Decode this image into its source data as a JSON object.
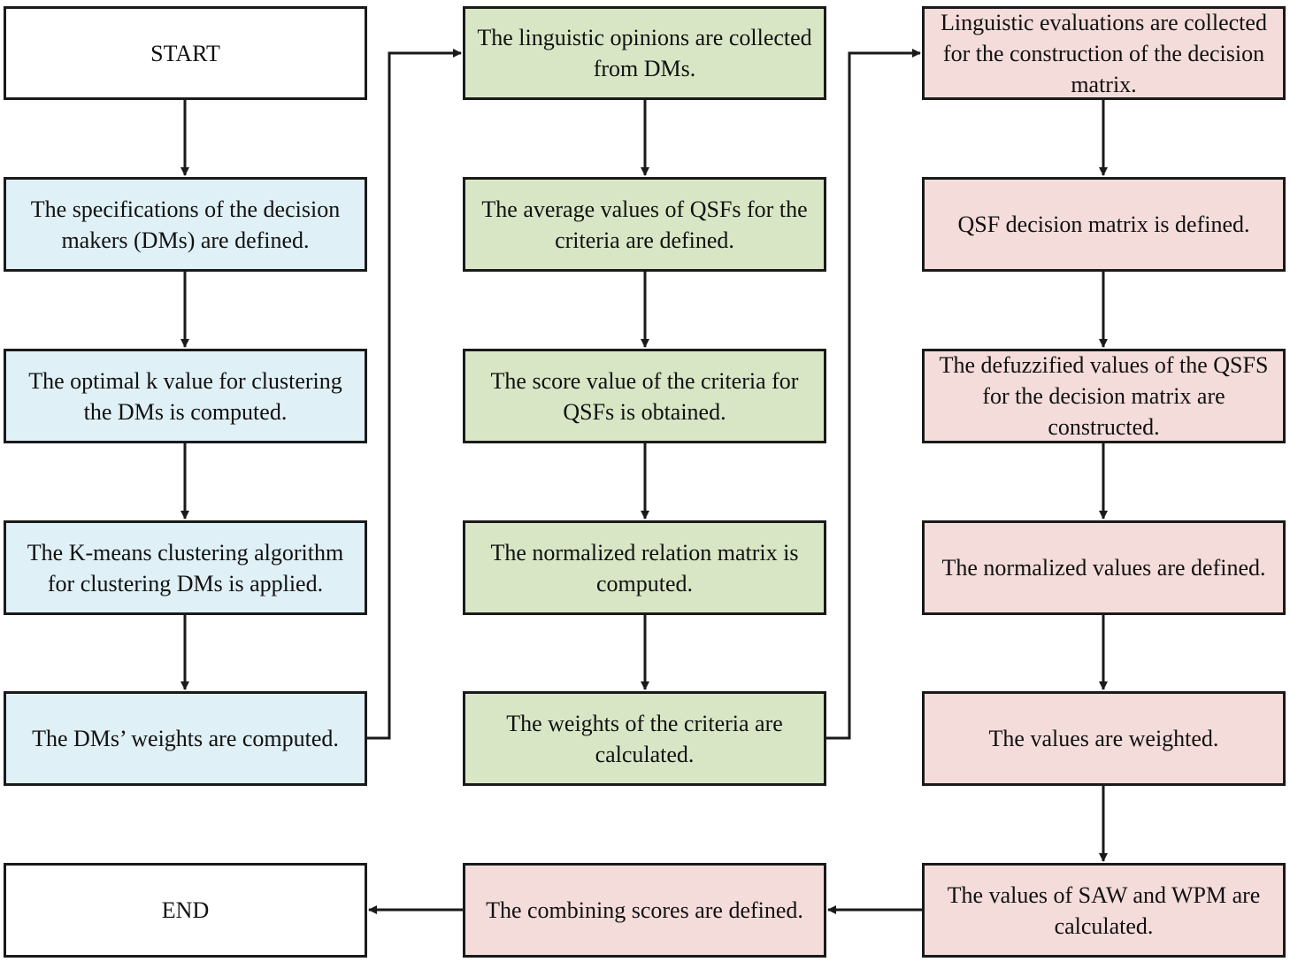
{
  "colors": {
    "terminal": "#ffffff",
    "stage1": "#dff0f6",
    "stage2": "#d8e6c5",
    "stage3": "#f4dcda",
    "line": "#1a1a1a"
  },
  "nodes": {
    "start": "START",
    "dm_specs": "The specifications of the decision makers (DMs) are defined.",
    "optimal_k": "The optimal k value for clustering the DMs is computed.",
    "kmeans": "The K-means clustering algorithm for clustering DMs is applied.",
    "dm_weights": "The DMs’ weights are computed.",
    "collect_opinions": "The linguistic opinions are collected from DMs.",
    "avg_qsf": "The average values of QSFs for the criteria are defined.",
    "score_value": "The score value of the criteria for QSFs is obtained.",
    "normalized_relation": "The normalized relation matrix is computed.",
    "criteria_weights": "The weights of the criteria are calculated.",
    "linguistic_evals": "Linguistic evaluations are collected for the construction of the decision matrix.",
    "qsf_matrix": "QSF decision matrix is defined.",
    "defuzzified": "The defuzzified values of the QSFS for the decision matrix are constructed.",
    "normalized_values": "The normalized values are defined.",
    "weighted_values": "The values are weighted.",
    "saw_wpm": "The values of SAW and WPM are calculated.",
    "combining_scores": "The combining scores are defined.",
    "end": "END"
  }
}
